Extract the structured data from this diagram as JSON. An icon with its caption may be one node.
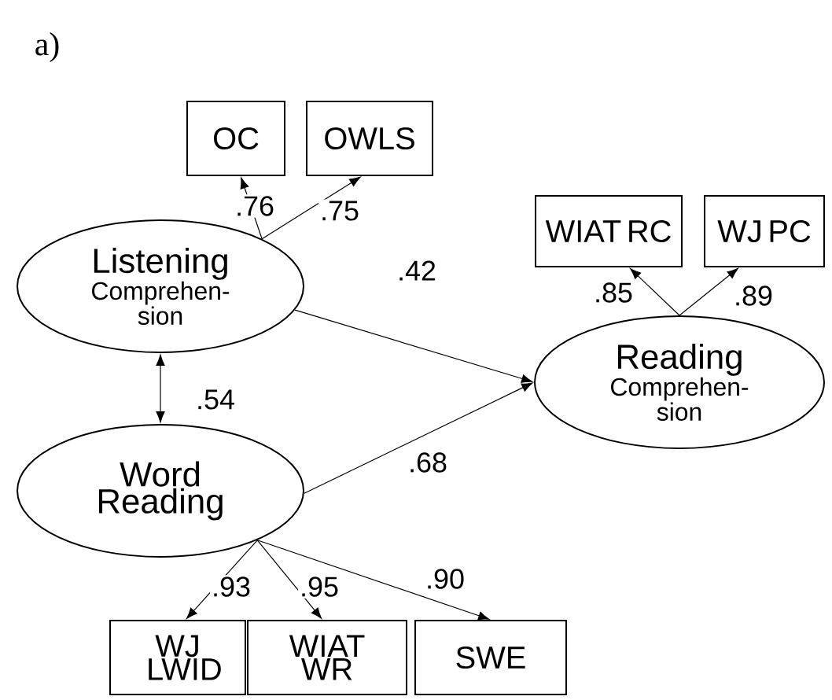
{
  "diagram": {
    "nodes": [
      {
        "text": [
          "OC"
        ]
      },
      {
        "text": [
          "OWLS"
        ]
      },
      {
        "text": [
          "WIAT RC"
        ]
      },
      {
        "text": [
          "WJ PC"
        ]
      },
      {
        "text": [
          "Listening",
          "Comprehen- sion"
        ]
      },
      {
        "text": [
          "Reading",
          "Comprehen- sion"
        ]
      },
      {
        "text": [
          "Word Reading"
        ]
      },
      {
        "text": [
          "WJ LWID"
        ]
      },
      {
        "text": [
          "WIAT WR"
        ]
      },
      {
        "text": [
          "SWE"
        ]
      }
    ],
    "edges": [
      {
        "from": 4,
        "to": 0,
        "arrow": "to",
        "label": ".76"
      },
      {
        "from": 4,
        "to": 1,
        "arrow": "to",
        "label": ".75"
      },
      {
        "from": 5,
        "to": 2,
        "arrow": "to",
        "label": ".85"
      },
      {
        "from": 5,
        "to": 3,
        "arrow": "to",
        "label": ".89"
      },
      {
        "from": 4,
        "to": 6,
        "arrow": "both",
        "label": ".54"
      },
      {
        "from": 4,
        "to": 5,
        "arrow": "to",
        "label": ".42"
      },
      {
        "from": 6,
        "to": 5,
        "arrow": "to",
        "label": ".68"
      },
      {
        "from": 6,
        "to": 7,
        "arrow": "to",
        "label": ".93"
      },
      {
        "from": 6,
        "to": 8,
        "arrow": "to",
        "label": ".95"
      },
      {
        "from": 6,
        "to": 9,
        "arrow": "to",
        "label": ".90"
      }
    ],
    "labels": [
      "a)"
    ]
  }
}
